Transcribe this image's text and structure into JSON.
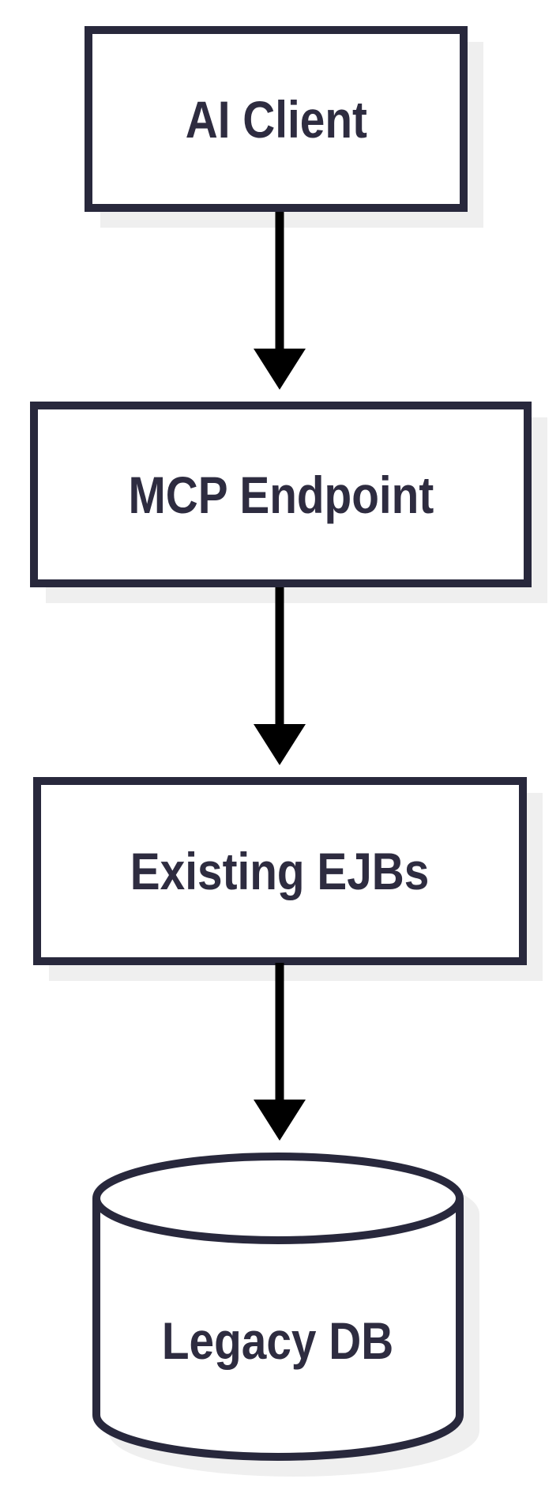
{
  "diagram": {
    "type": "flowchart",
    "direction": "top-to-bottom"
  },
  "theme": {
    "background": "#ffffff",
    "node_border": "#28283c",
    "node_fill": "#ffffff",
    "label_color": "#2e2c40",
    "arrow_color": "#000000",
    "shadow_color": "#efefef"
  },
  "nodes": [
    {
      "id": "ai-client",
      "label": "AI Client",
      "shape": "rectangle"
    },
    {
      "id": "mcp-endpoint",
      "label": "MCP Endpoint",
      "shape": "rectangle"
    },
    {
      "id": "existing-ejbs",
      "label": "Existing EJBs",
      "shape": "rectangle"
    },
    {
      "id": "legacy-db",
      "label": "Legacy DB",
      "shape": "cylinder"
    }
  ],
  "edges": [
    {
      "from": "AI Client",
      "to": "MCP Endpoint",
      "style": "arrow-down"
    },
    {
      "from": "MCP Endpoint",
      "to": "Existing EJBs",
      "style": "arrow-down"
    },
    {
      "from": "Existing EJBs",
      "to": "Legacy DB",
      "style": "arrow-down"
    }
  ]
}
